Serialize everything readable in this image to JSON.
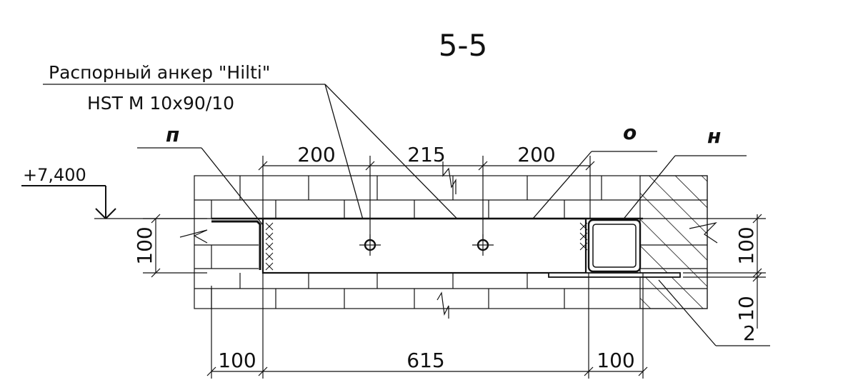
{
  "section_title": "5-5",
  "callout": {
    "anchor_line1": "Распорный анкер \"Hilti\"",
    "anchor_line2": "HST M 10x90/10"
  },
  "markers": {
    "p": "п",
    "o": "о",
    "n": "н"
  },
  "elevation": "+7,400",
  "dimensions": {
    "top": [
      "200",
      "215",
      "200"
    ],
    "bottom": [
      "100",
      "615",
      "100"
    ],
    "left_height": "100",
    "right_height": "100",
    "right_gap": "10",
    "right_note": "2"
  }
}
